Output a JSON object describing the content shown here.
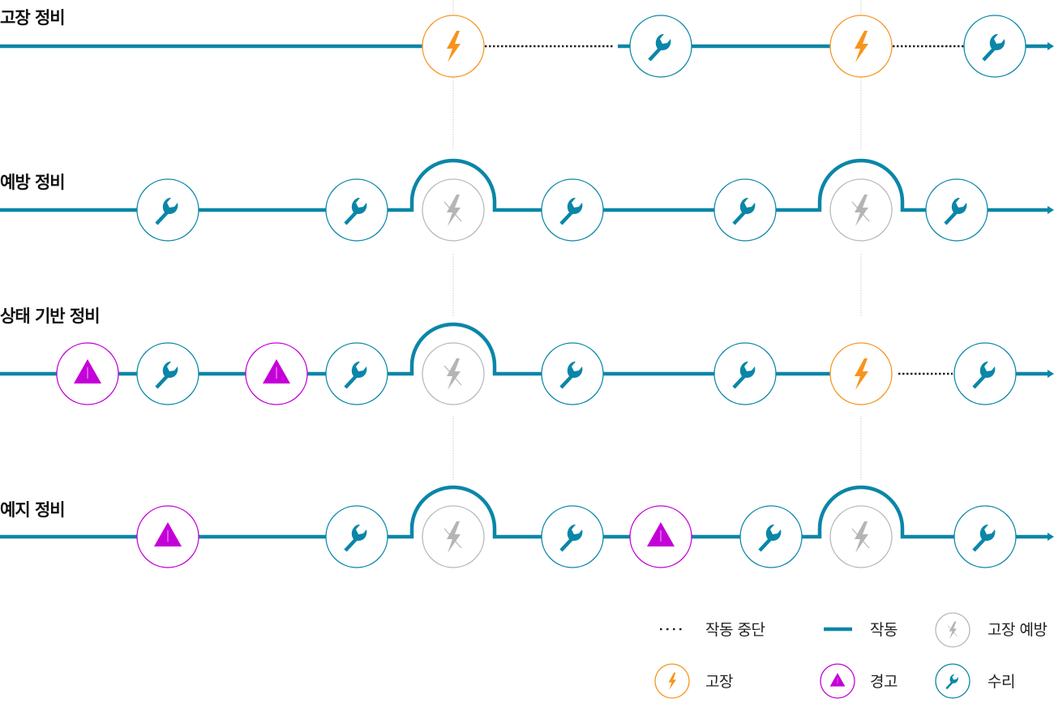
{
  "colors": {
    "operation": "#0a86a8",
    "failure": "#f7941d",
    "warning": "#c400d8",
    "repair": "#0a86a8",
    "prevented": "#b8b8b8",
    "stopped": "#222222",
    "guide": "#cccccc"
  },
  "rows": [
    {
      "title": "고장 정비",
      "events": [
        {
          "type": "failure",
          "slot": 559
        },
        {
          "type": "repair",
          "slot": 815
        },
        {
          "type": "failure",
          "slot": 1062
        },
        {
          "type": "repair",
          "slot": 1227
        }
      ],
      "segments": [
        {
          "style": "solid",
          "from": 0,
          "to": 521
        },
        {
          "style": "dotted",
          "from": 598,
          "to": 757
        },
        {
          "style": "solid",
          "from": 762,
          "to": 777
        },
        {
          "style": "solid",
          "from": 853,
          "to": 1024
        },
        {
          "style": "dotted",
          "from": 1101,
          "to": 1189
        },
        {
          "style": "arrow",
          "from": 1265,
          "to": 1300
        }
      ]
    },
    {
      "title": "예방 정비",
      "events": [
        {
          "type": "repair",
          "slot": 207
        },
        {
          "type": "repair",
          "slot": 440
        },
        {
          "type": "prevented",
          "slot": 559
        },
        {
          "type": "repair",
          "slot": 706
        },
        {
          "type": "repair",
          "slot": 919
        },
        {
          "type": "prevented",
          "slot": 1062
        },
        {
          "type": "repair",
          "slot": 1180
        }
      ],
      "segments": [
        {
          "style": "solid",
          "from": 0,
          "to": 169
        },
        {
          "style": "solid",
          "from": 245,
          "to": 402
        },
        {
          "style": "bypass",
          "from": 478,
          "to": 668,
          "center": 559
        },
        {
          "style": "solid",
          "from": 744,
          "to": 881
        },
        {
          "style": "bypass",
          "from": 957,
          "to": 1142,
          "center": 1062
        },
        {
          "style": "arrow",
          "from": 1218,
          "to": 1300
        }
      ]
    },
    {
      "title": "상태 기반 정비",
      "events": [
        {
          "type": "warning",
          "slot": 108
        },
        {
          "type": "repair",
          "slot": 207
        },
        {
          "type": "warning",
          "slot": 341
        },
        {
          "type": "repair",
          "slot": 440
        },
        {
          "type": "prevented",
          "slot": 559
        },
        {
          "type": "repair",
          "slot": 706
        },
        {
          "type": "repair",
          "slot": 919
        },
        {
          "type": "failure",
          "slot": 1062
        },
        {
          "type": "repair",
          "slot": 1215
        }
      ],
      "segments": [
        {
          "style": "solid",
          "from": 0,
          "to": 70
        },
        {
          "style": "solid",
          "from": 146,
          "to": 169
        },
        {
          "style": "solid",
          "from": 245,
          "to": 303
        },
        {
          "style": "solid",
          "from": 379,
          "to": 402
        },
        {
          "style": "bypass",
          "from": 478,
          "to": 668,
          "center": 559
        },
        {
          "style": "solid",
          "from": 744,
          "to": 881
        },
        {
          "style": "solid",
          "from": 957,
          "to": 1024
        },
        {
          "style": "dotted",
          "from": 1108,
          "to": 1175
        },
        {
          "style": "arrow",
          "from": 1253,
          "to": 1300
        }
      ]
    },
    {
      "title": "예지 정비",
      "events": [
        {
          "type": "warning",
          "slot": 207
        },
        {
          "type": "repair",
          "slot": 440
        },
        {
          "type": "prevented",
          "slot": 559
        },
        {
          "type": "repair",
          "slot": 706
        },
        {
          "type": "warning",
          "slot": 815
        },
        {
          "type": "repair",
          "slot": 951
        },
        {
          "type": "prevented",
          "slot": 1062
        },
        {
          "type": "repair",
          "slot": 1215
        }
      ],
      "segments": [
        {
          "style": "solid",
          "from": 0,
          "to": 169
        },
        {
          "style": "solid",
          "from": 245,
          "to": 402
        },
        {
          "style": "bypass",
          "from": 478,
          "to": 668,
          "center": 559
        },
        {
          "style": "solid",
          "from": 744,
          "to": 777
        },
        {
          "style": "solid",
          "from": 853,
          "to": 913
        },
        {
          "style": "bypass",
          "from": 989,
          "to": 1177,
          "center": 1062
        },
        {
          "style": "arrow",
          "from": 1253,
          "to": 1300
        }
      ]
    }
  ],
  "guides": [
    559,
    1062
  ],
  "legend": [
    {
      "kind": "dotted",
      "label": "작동 중단"
    },
    {
      "kind": "solid",
      "label": "작동"
    },
    {
      "kind": "prevented",
      "label": "고장 예방"
    },
    {
      "kind": "failure",
      "label": "고장"
    },
    {
      "kind": "warning",
      "label": "경고"
    },
    {
      "kind": "repair",
      "label": "수리"
    }
  ]
}
